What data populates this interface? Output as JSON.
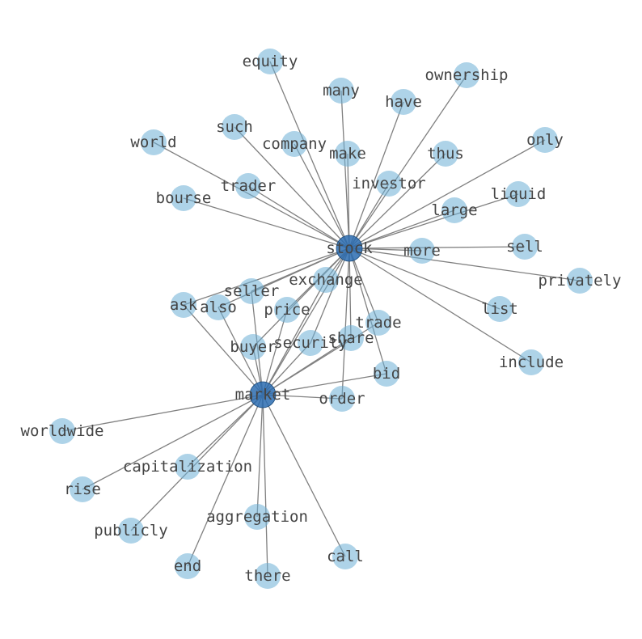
{
  "colors": {
    "node": "#6baed6",
    "hub": "#2b6cb0",
    "edge": "#808080",
    "label": "#444444"
  },
  "nodes": [
    {
      "id": "stock",
      "label": "stock",
      "hub": true
    },
    {
      "id": "market",
      "label": "market",
      "hub": true
    },
    {
      "id": "equity",
      "label": "equity"
    },
    {
      "id": "many",
      "label": "many"
    },
    {
      "id": "ownership",
      "label": "ownership"
    },
    {
      "id": "have",
      "label": "have"
    },
    {
      "id": "such",
      "label": "such"
    },
    {
      "id": "company",
      "label": "company"
    },
    {
      "id": "make",
      "label": "make"
    },
    {
      "id": "thus",
      "label": "thus"
    },
    {
      "id": "only",
      "label": "only"
    },
    {
      "id": "world",
      "label": "world"
    },
    {
      "id": "trader",
      "label": "trader"
    },
    {
      "id": "investor",
      "label": "investor"
    },
    {
      "id": "liquid",
      "label": "liquid"
    },
    {
      "id": "bourse",
      "label": "bourse"
    },
    {
      "id": "large",
      "label": "large"
    },
    {
      "id": "more",
      "label": "more"
    },
    {
      "id": "sell",
      "label": "sell"
    },
    {
      "id": "exchange",
      "label": "exchange"
    },
    {
      "id": "seller",
      "label": "seller"
    },
    {
      "id": "privately",
      "label": "privately"
    },
    {
      "id": "ask",
      "label": "ask"
    },
    {
      "id": "also",
      "label": "also"
    },
    {
      "id": "price",
      "label": "price"
    },
    {
      "id": "list",
      "label": "list"
    },
    {
      "id": "trade",
      "label": "trade"
    },
    {
      "id": "buyer",
      "label": "buyer"
    },
    {
      "id": "security",
      "label": "security"
    },
    {
      "id": "share",
      "label": "share"
    },
    {
      "id": "include",
      "label": "include"
    },
    {
      "id": "bid",
      "label": "bid"
    },
    {
      "id": "order",
      "label": "order"
    },
    {
      "id": "worldwide",
      "label": "worldwide"
    },
    {
      "id": "capitalization",
      "label": "capitalization"
    },
    {
      "id": "rise",
      "label": "rise"
    },
    {
      "id": "aggregation",
      "label": "aggregation"
    },
    {
      "id": "publicly",
      "label": "publicly"
    },
    {
      "id": "call",
      "label": "call"
    },
    {
      "id": "end",
      "label": "end"
    },
    {
      "id": "there",
      "label": "there"
    }
  ],
  "edges": [
    [
      "stock",
      "equity"
    ],
    [
      "stock",
      "many"
    ],
    [
      "stock",
      "ownership"
    ],
    [
      "stock",
      "have"
    ],
    [
      "stock",
      "such"
    ],
    [
      "stock",
      "company"
    ],
    [
      "stock",
      "make"
    ],
    [
      "stock",
      "thus"
    ],
    [
      "stock",
      "only"
    ],
    [
      "stock",
      "world"
    ],
    [
      "stock",
      "trader"
    ],
    [
      "stock",
      "investor"
    ],
    [
      "stock",
      "liquid"
    ],
    [
      "stock",
      "bourse"
    ],
    [
      "stock",
      "large"
    ],
    [
      "stock",
      "more"
    ],
    [
      "stock",
      "sell"
    ],
    [
      "stock",
      "privately"
    ],
    [
      "stock",
      "list"
    ],
    [
      "stock",
      "include"
    ],
    [
      "stock",
      "exchange"
    ],
    [
      "stock",
      "seller"
    ],
    [
      "stock",
      "ask"
    ],
    [
      "stock",
      "also"
    ],
    [
      "stock",
      "price"
    ],
    [
      "stock",
      "trade"
    ],
    [
      "stock",
      "buyer"
    ],
    [
      "stock",
      "security"
    ],
    [
      "stock",
      "share"
    ],
    [
      "stock",
      "bid"
    ],
    [
      "stock",
      "order"
    ],
    [
      "stock",
      "market"
    ],
    [
      "market",
      "exchange"
    ],
    [
      "market",
      "seller"
    ],
    [
      "market",
      "ask"
    ],
    [
      "market",
      "also"
    ],
    [
      "market",
      "price"
    ],
    [
      "market",
      "buyer"
    ],
    [
      "market",
      "security"
    ],
    [
      "market",
      "share"
    ],
    [
      "market",
      "trade"
    ],
    [
      "market",
      "bid"
    ],
    [
      "market",
      "order"
    ],
    [
      "market",
      "worldwide"
    ],
    [
      "market",
      "capitalization"
    ],
    [
      "market",
      "rise"
    ],
    [
      "market",
      "publicly"
    ],
    [
      "market",
      "aggregation"
    ],
    [
      "market",
      "end"
    ],
    [
      "market",
      "there"
    ],
    [
      "market",
      "call"
    ]
  ]
}
